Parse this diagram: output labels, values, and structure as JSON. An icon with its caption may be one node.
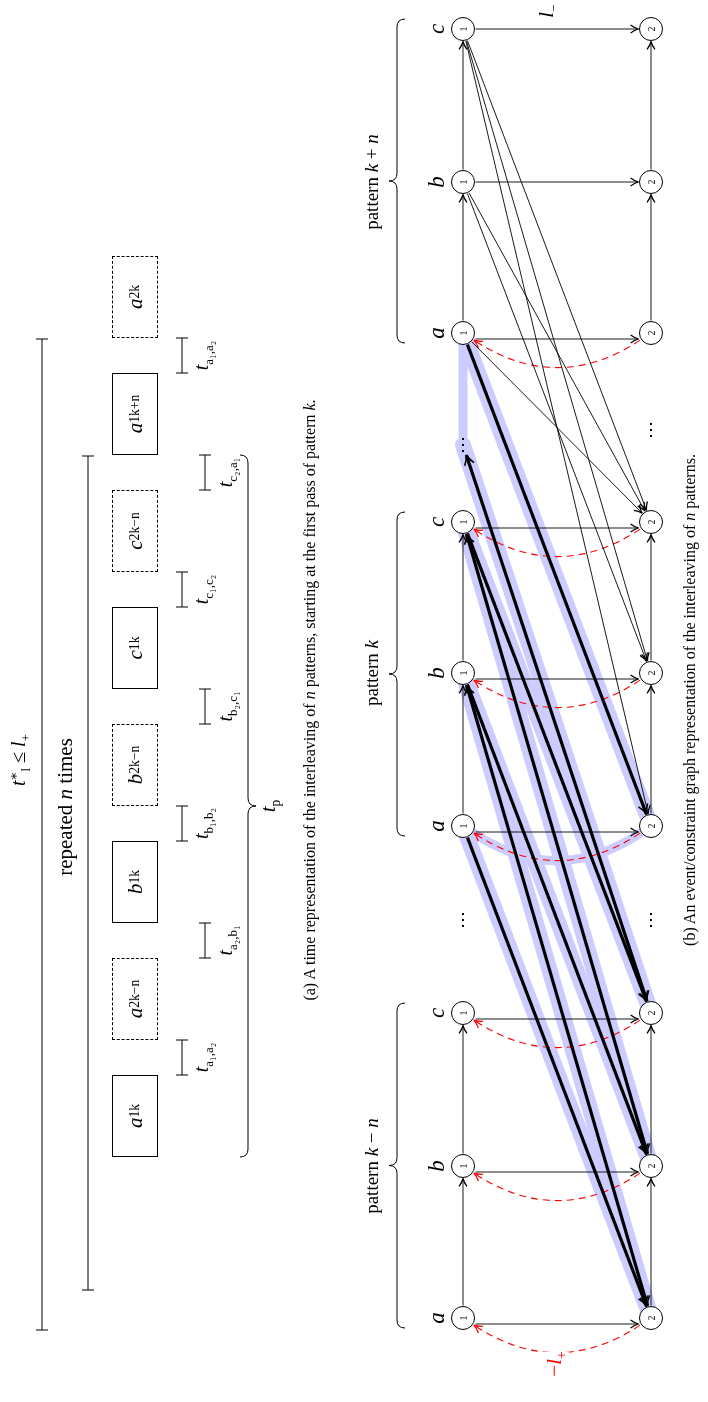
{
  "diagram": {
    "nodes": [
      {
        "text": [
          "*a*$_{1}$$^{k}$"
        ]
      },
      {
        "text": [
          "*a*$_{2}$$^{k−n}$"
        ]
      },
      {
        "text": [
          "*b*$_{1}$$^{k}$"
        ]
      },
      {
        "text": [
          "*b*$_{2}$$^{k−n}$"
        ]
      },
      {
        "text": [
          "*c*$_{1}$$^{k}$"
        ]
      },
      {
        "text": [
          "*c*$_{2}$$^{k−n}$"
        ]
      },
      {
        "text": [
          "*a*$_{1}$$^{k+n}$"
        ]
      },
      {
        "text": [
          "*a*$_{2}$$^{k}$"
        ]
      },
      {
        "text": [
          "1"
        ],
        "beside": [
          "a"
        ]
      },
      {
        "text": [
          "2"
        ]
      },
      {
        "text": [
          "1"
        ],
        "beside": [
          "b"
        ]
      },
      {
        "text": [
          "2"
        ]
      },
      {
        "text": [
          "1"
        ],
        "beside": [
          "c"
        ]
      },
      {
        "text": [
          "2"
        ]
      },
      {
        "text": [
          "1"
        ],
        "beside": [
          "a"
        ]
      },
      {
        "text": [
          "2"
        ]
      },
      {
        "text": [
          "1"
        ],
        "beside": [
          "b"
        ]
      },
      {
        "text": [
          "2"
        ]
      },
      {
        "text": [
          "1"
        ],
        "beside": [
          "c"
        ]
      },
      {
        "text": [
          "2"
        ]
      },
      {
        "text": [
          "⋯"
        ]
      },
      {
        "text": [
          "1"
        ],
        "beside": [
          "a"
        ]
      },
      {
        "text": [
          "2"
        ]
      },
      {
        "text": [
          "1"
        ],
        "beside": [
          "b"
        ]
      },
      {
        "text": [
          "2"
        ]
      },
      {
        "text": [
          "1"
        ],
        "beside": [
          "c"
        ]
      },
      {
        "text": [
          "2"
        ]
      }
    ],
    "edges": [
      {
        "from": 8,
        "to": 9,
        "arrow": "to"
      },
      {
        "from": 10,
        "to": 11,
        "arrow": "to"
      },
      {
        "from": 12,
        "to": 13,
        "arrow": "to"
      },
      {
        "from": 8,
        "to": 10,
        "arrow": "to"
      },
      {
        "from": 10,
        "to": 12,
        "arrow": "to"
      },
      {
        "from": 9,
        "to": 11,
        "arrow": "to"
      },
      {
        "from": 11,
        "to": 13,
        "arrow": "to"
      },
      {
        "from": 14,
        "to": 15,
        "arrow": "to"
      },
      {
        "from": 16,
        "to": 17,
        "arrow": "to"
      },
      {
        "from": 18,
        "to": 19,
        "arrow": "to"
      },
      {
        "from": 14,
        "to": 16,
        "arrow": "to"
      },
      {
        "from": 16,
        "to": 18,
        "arrow": "to"
      },
      {
        "from": 15,
        "to": 17,
        "arrow": "to"
      },
      {
        "from": 17,
        "to": 19,
        "arrow": "to"
      },
      {
        "from": 21,
        "to": 22,
        "arrow": "to"
      },
      {
        "from": 23,
        "to": 24,
        "arrow": "to"
      },
      {
        "from": 25,
        "to": 26,
        "arrow": "to",
        "label": "*l*$_{−}$"
      },
      {
        "from": 21,
        "to": 23,
        "arrow": "to"
      },
      {
        "from": 23,
        "to": 25,
        "arrow": "to"
      },
      {
        "from": 22,
        "to": 24,
        "arrow": "to"
      },
      {
        "from": 24,
        "to": 26,
        "arrow": "to"
      },
      {
        "from": 9,
        "to": 8,
        "arrow": "to",
        "style": "dashed",
        "color": "#ff0000",
        "label": "−*l*$_{+}$"
      },
      {
        "from": 11,
        "to": 10,
        "arrow": "to",
        "style": "dashed",
        "color": "#ff0000"
      },
      {
        "from": 13,
        "to": 12,
        "arrow": "to",
        "style": "dashed",
        "color": "#ff0000"
      },
      {
        "from": 15,
        "to": 14,
        "arrow": "to",
        "style": "dashed",
        "color": "#ff0000"
      },
      {
        "from": 17,
        "to": 16,
        "arrow": "to",
        "style": "dashed",
        "color": "#ff0000"
      },
      {
        "from": 19,
        "to": 18,
        "arrow": "to",
        "style": "dashed",
        "color": "#ff0000"
      },
      {
        "from": 22,
        "to": 21,
        "arrow": "to",
        "style": "dashed",
        "color": "#ff0000"
      },
      {
        "from": 14,
        "to": 9,
        "arrow": "to",
        "style": "thick"
      },
      {
        "from": 9,
        "to": 16,
        "arrow": "both",
        "style": "thick"
      },
      {
        "from": 16,
        "to": 11,
        "arrow": "to",
        "style": "thick"
      },
      {
        "from": 11,
        "to": 18,
        "arrow": "both",
        "style": "thick"
      },
      {
        "from": 18,
        "to": 13,
        "arrow": "to",
        "style": "thick"
      },
      {
        "from": 13,
        "to": 20,
        "arrow": "both",
        "style": "thick"
      },
      {
        "from": 21,
        "to": 15,
        "arrow": "to",
        "style": "thick"
      },
      {
        "from": 25,
        "to": 15,
        "arrow": "to"
      },
      {
        "from": 25,
        "to": 17,
        "arrow": "to"
      },
      {
        "from": 25,
        "to": 19,
        "arrow": "to"
      },
      {
        "from": 23,
        "to": 17,
        "arrow": "to"
      },
      {
        "from": 23,
        "to": 19,
        "arrow": "to"
      },
      {
        "from": 21,
        "to": 19,
        "arrow": "to"
      }
    ],
    "labels": [
      "*t*$^{∗}$$_{l}$ ≤ *l*$_{+}$",
      "repeated *n* times",
      "*t*$_{a₁,a₂}$",
      "*t*$_{a₂,b₁}$",
      "*t*$_{b₁,b₂}$",
      "*t*$_{b₂,c₁}$",
      "*t*$_{c₁,c₂}$",
      "*t*$_{c₂,a₁}$",
      "*t*$_{a₁,a₂}$",
      "*t*$_{p}$",
      "(a) A time representation of the interleaving of *n* patterns, starting at the first pass of pattern *k*.",
      "pattern *k* − *n*",
      "pattern *k*",
      "pattern *k* + *n*",
      "⋯",
      "⋯",
      "⋯",
      "(b) An event/constraint graph representation of the interleaving of *n* patterns."
    ]
  }
}
